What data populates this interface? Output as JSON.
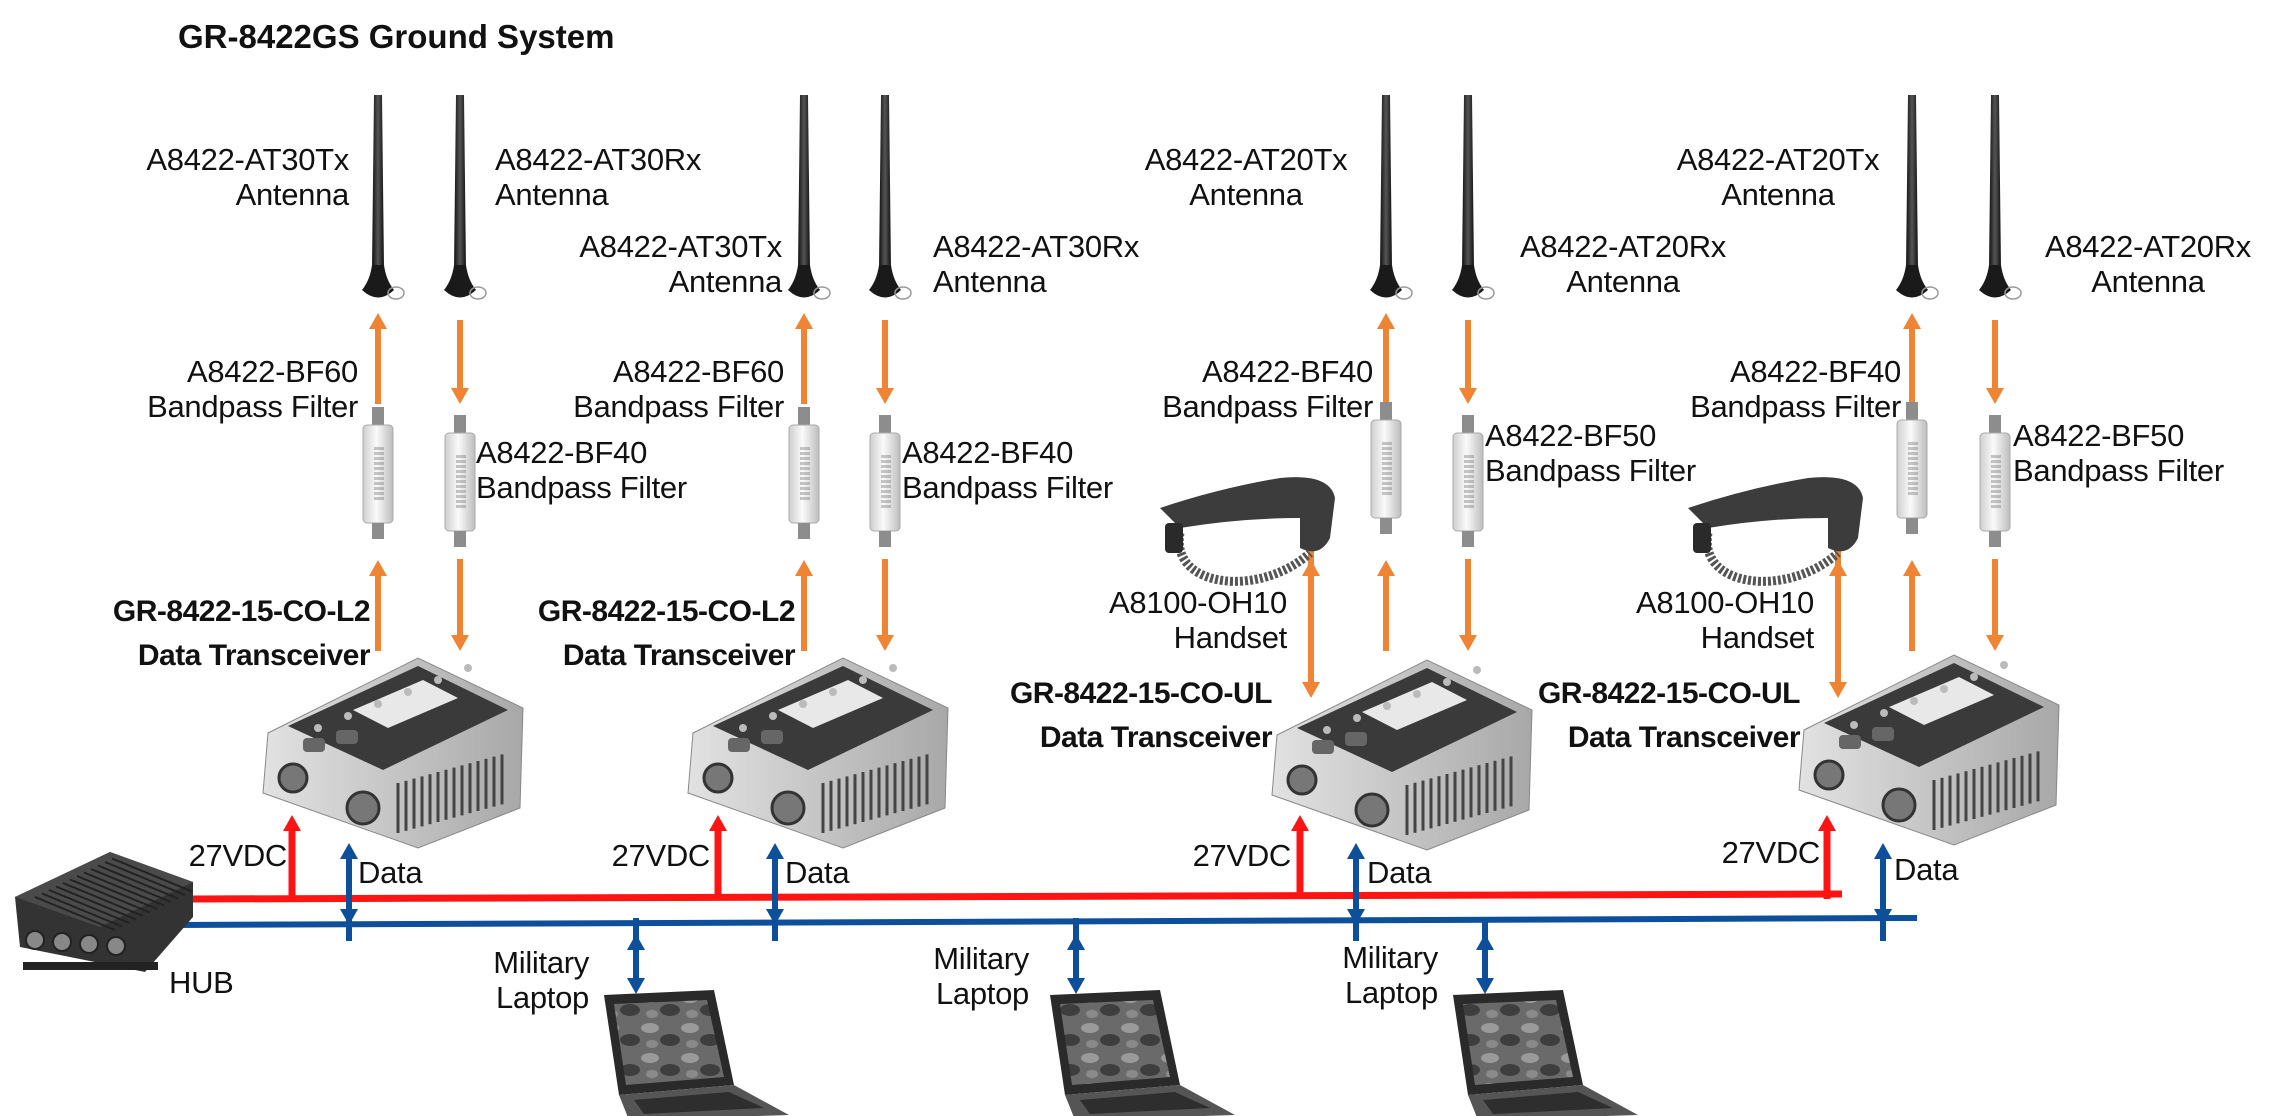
{
  "title": "GR-8422GS Ground System",
  "colors": {
    "power": "#ff1414",
    "data": "#0d4f9a",
    "rf": "#ef8434"
  },
  "groups": [
    {
      "tx_antenna": {
        "model": "A8422-AT30Tx",
        "type": "Antenna"
      },
      "rx_antenna": {
        "model": "A8422-AT30Rx",
        "type": "Antenna"
      },
      "tx_filter": {
        "model": "A8422-BF60",
        "type": "Bandpass Filter"
      },
      "rx_filter": {
        "model": "A8422-BF40",
        "type": "Bandpass Filter"
      },
      "transceiver": {
        "model": "GR-8422-15-CO-L2",
        "type": "Data Transceiver"
      },
      "power_label": "27VDC",
      "data_label": "Data"
    },
    {
      "tx_antenna": {
        "model": "A8422-AT30Tx",
        "type": "Antenna"
      },
      "rx_antenna": {
        "model": "A8422-AT30Rx",
        "type": "Antenna"
      },
      "tx_filter": {
        "model": "A8422-BF60",
        "type": "Bandpass Filter"
      },
      "rx_filter": {
        "model": "A8422-BF40",
        "type": "Bandpass Filter"
      },
      "transceiver": {
        "model": "GR-8422-15-CO-L2",
        "type": "Data Transceiver"
      },
      "power_label": "27VDC",
      "data_label": "Data"
    },
    {
      "tx_antenna": {
        "model": "A8422-AT20Tx",
        "type": "Antenna"
      },
      "rx_antenna": {
        "model": "A8422-AT20Rx",
        "type": "Antenna"
      },
      "tx_filter": {
        "model": "A8422-BF40",
        "type": "Bandpass Filter"
      },
      "rx_filter": {
        "model": "A8422-BF50",
        "type": "Bandpass Filter"
      },
      "handset": {
        "model": "A8100-OH10",
        "type": "Handset"
      },
      "transceiver": {
        "model": "GR-8422-15-CO-UL",
        "type": "Data Transceiver"
      },
      "power_label": "27VDC",
      "data_label": "Data"
    },
    {
      "tx_antenna": {
        "model": "A8422-AT20Tx",
        "type": "Antenna"
      },
      "rx_antenna": {
        "model": "A8422-AT20Rx",
        "type": "Antenna"
      },
      "tx_filter": {
        "model": "A8422-BF40",
        "type": "Bandpass Filter"
      },
      "rx_filter": {
        "model": "A8422-BF50",
        "type": "Bandpass Filter"
      },
      "handset": {
        "model": "A8100-OH10",
        "type": "Handset"
      },
      "transceiver": {
        "model": "GR-8422-15-CO-UL",
        "type": "Data Transceiver"
      },
      "power_label": "27VDC",
      "data_label": "Data"
    }
  ],
  "hub": {
    "label": "HUB"
  },
  "laptops": [
    {
      "line1": "Military",
      "line2": "Laptop"
    },
    {
      "line1": "Military",
      "line2": "Laptop"
    },
    {
      "line1": "Military",
      "line2": "Laptop"
    }
  ]
}
